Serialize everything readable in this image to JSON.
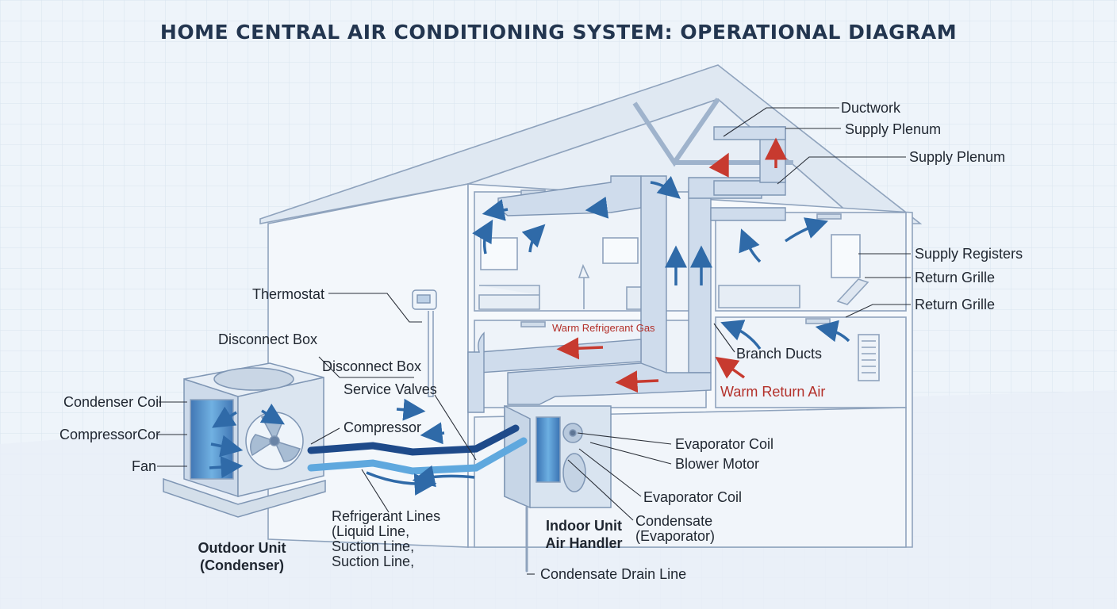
{
  "title": "HOME CENTRAL AIR CONDITIONING SYSTEM: OPERATIONAL DIAGRAM",
  "labels": {
    "ductwork": "Ductwork",
    "supply_plenum_top": "Supply Plenum",
    "supply_plenum": "Supply Plenum",
    "supply_registers": "Supply Registers",
    "return_grille_1": "Return Grille",
    "return_grille_2": "Return Grille",
    "branch_ducts": "Branch Ducts",
    "warm_return_air": "Warm Return Air",
    "warm_refrigerant_gas": "Warm Refrigerant Gas",
    "thermostat": "Thermostat",
    "disconnect_box_1": "Disconnect Box",
    "disconnect_box_2": "Disconnect Box",
    "service_valves": "Service Valves",
    "condenser_coil": "Condenser Coil",
    "compressor_left": "CompressorCor",
    "compressor": "Compressor",
    "fan": "Fan",
    "evaporator_coil_1": "Evaporator Coil",
    "blower_motor": "Blower Motor",
    "evaporator_coil_2": "Evaporator Coil",
    "condensate_line1": "Condensate",
    "condensate_line2": "(Evaporator)",
    "condensate_drain_line": "Condensate Drain Line",
    "refrigerant_lines": [
      "Refrigerant Lines",
      "(Liquid Line,",
      "Suction Line,",
      "Suction Line,"
    ],
    "indoor_unit": [
      "Indoor Unit",
      "Air Handler"
    ],
    "outdoor_unit": [
      "Outdoor Unit",
      "(Condenser)"
    ]
  },
  "colors": {
    "background": "#eef4fa",
    "grid": "#d6e3ef",
    "house_line": "#8fa3bd",
    "duct_fill": "#cfdcec",
    "cool_arrow": "#2f6aa8",
    "warm_arrow": "#c73a2f",
    "refrigerant_dark": "#1e4a8a",
    "refrigerant_light": "#5fa8de"
  },
  "icons": [
    "thermostat-icon",
    "fan-icon",
    "blower-icon"
  ]
}
